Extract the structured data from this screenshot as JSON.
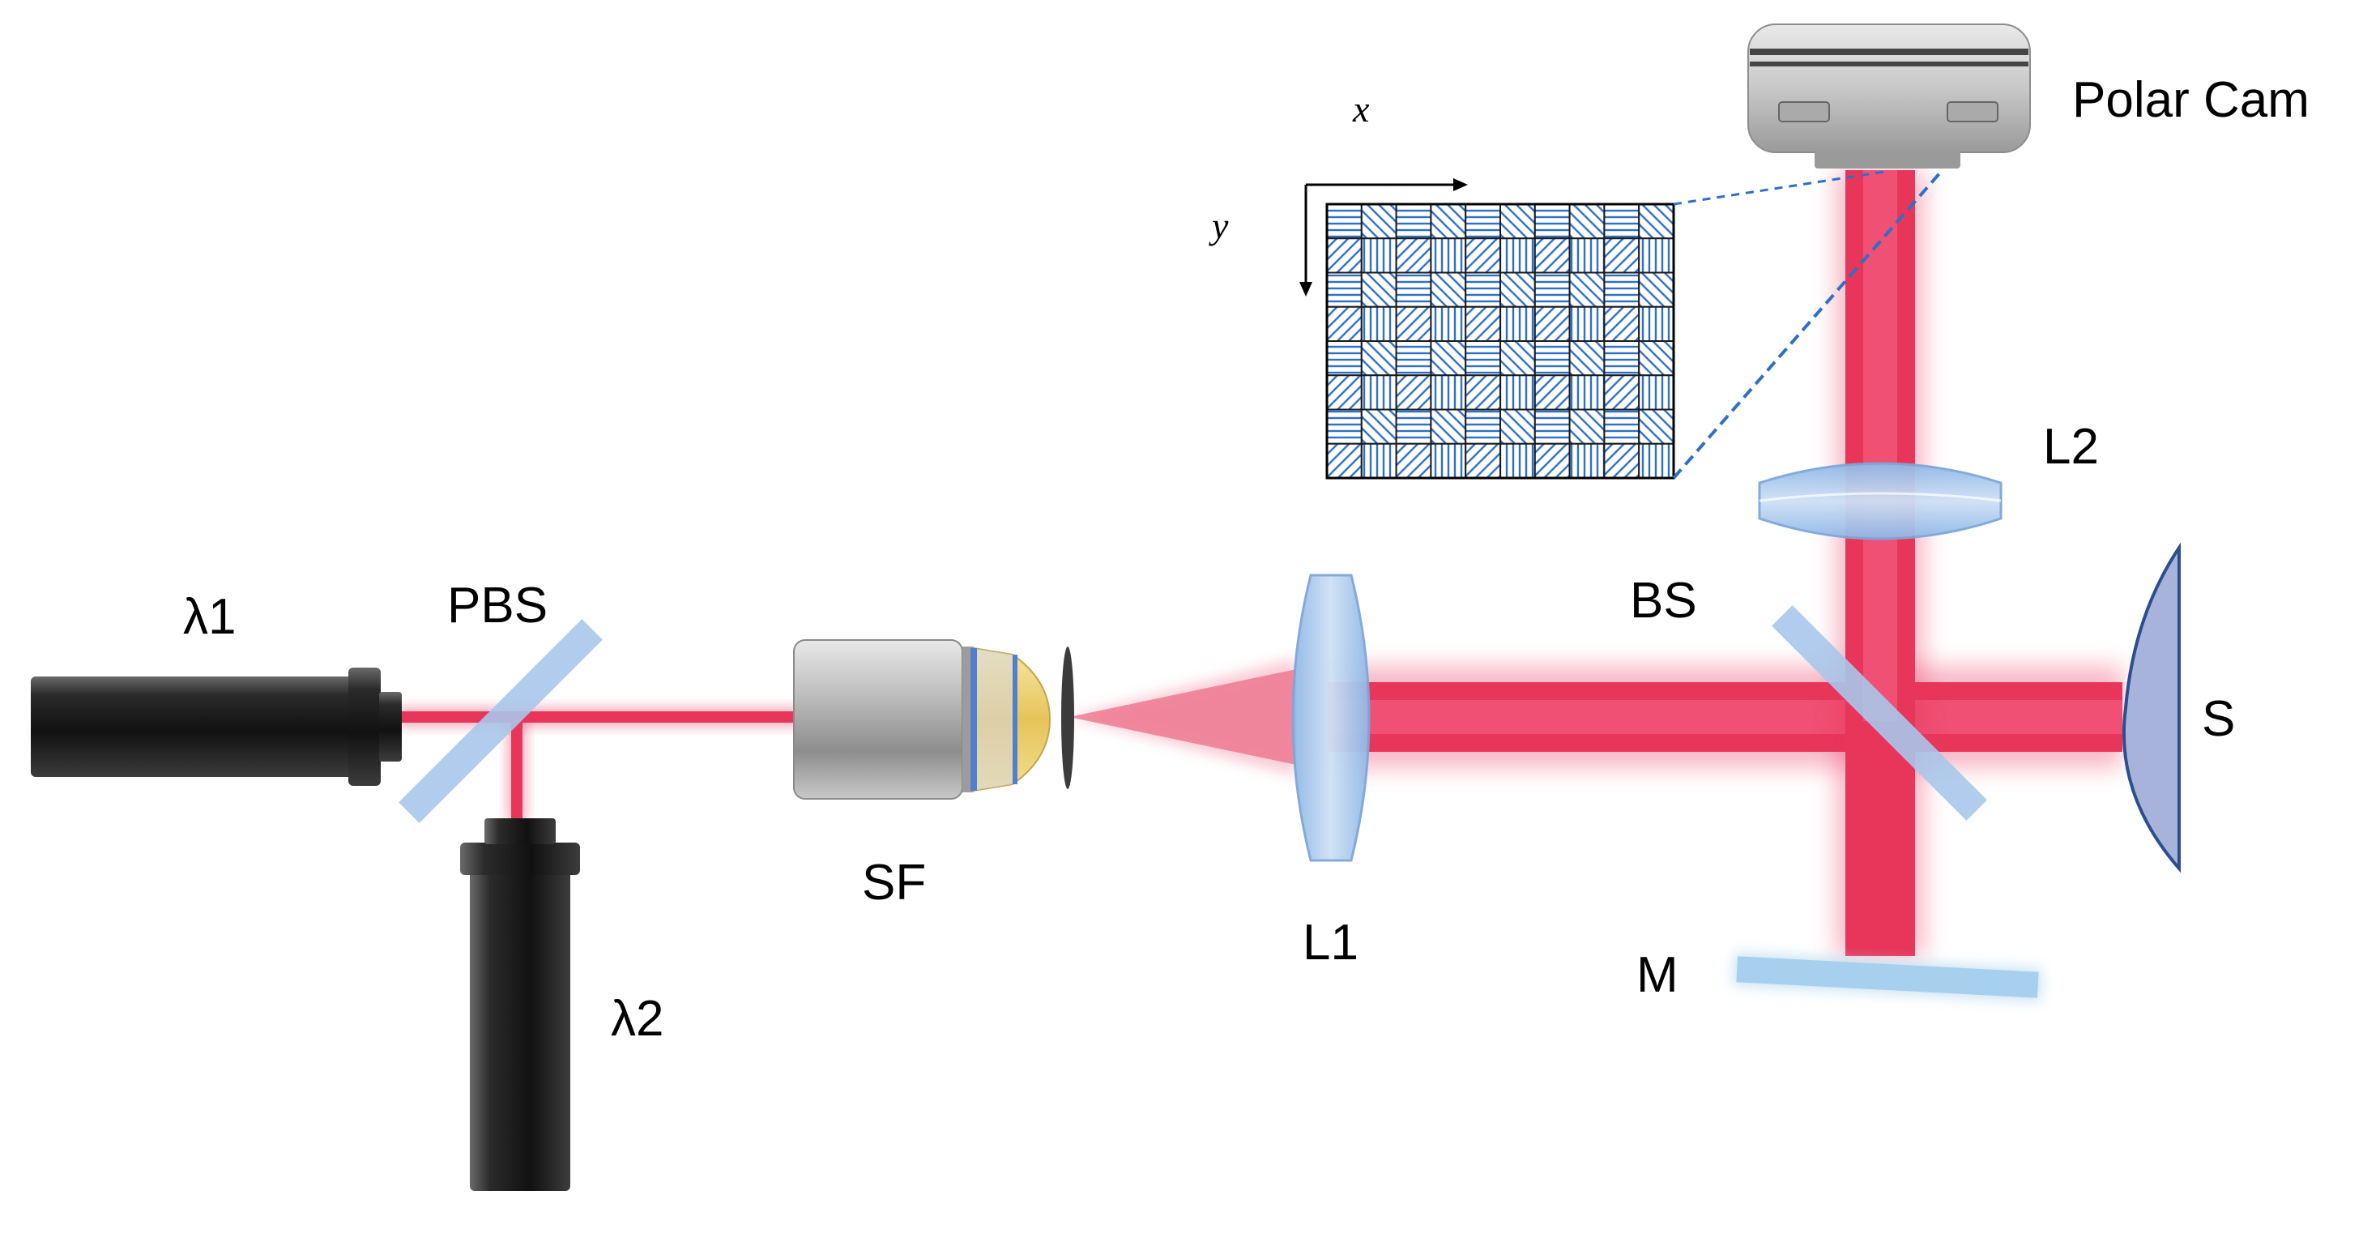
{
  "labels": {
    "laser1": "λ1",
    "laser2": "λ2",
    "pbs": "PBS",
    "spatial_filter": "SF",
    "lens1": "L1",
    "lens2": "L2",
    "beam_splitter": "BS",
    "sample": "S",
    "mirror": "M",
    "camera": "Polar Cam",
    "axis_x": "x",
    "axis_y": "y"
  },
  "colors": {
    "beam": "#e8365a",
    "optic_blue": "#a9c6ea",
    "laser_body": "#2a2a2a",
    "pattern_line": "#2f6fc4"
  },
  "polarizer_array": {
    "rows": 8,
    "cols": 10,
    "pixel_orientations": [
      "horizontal",
      "diagonal-45",
      "vertical",
      "diagonal-135"
    ]
  }
}
